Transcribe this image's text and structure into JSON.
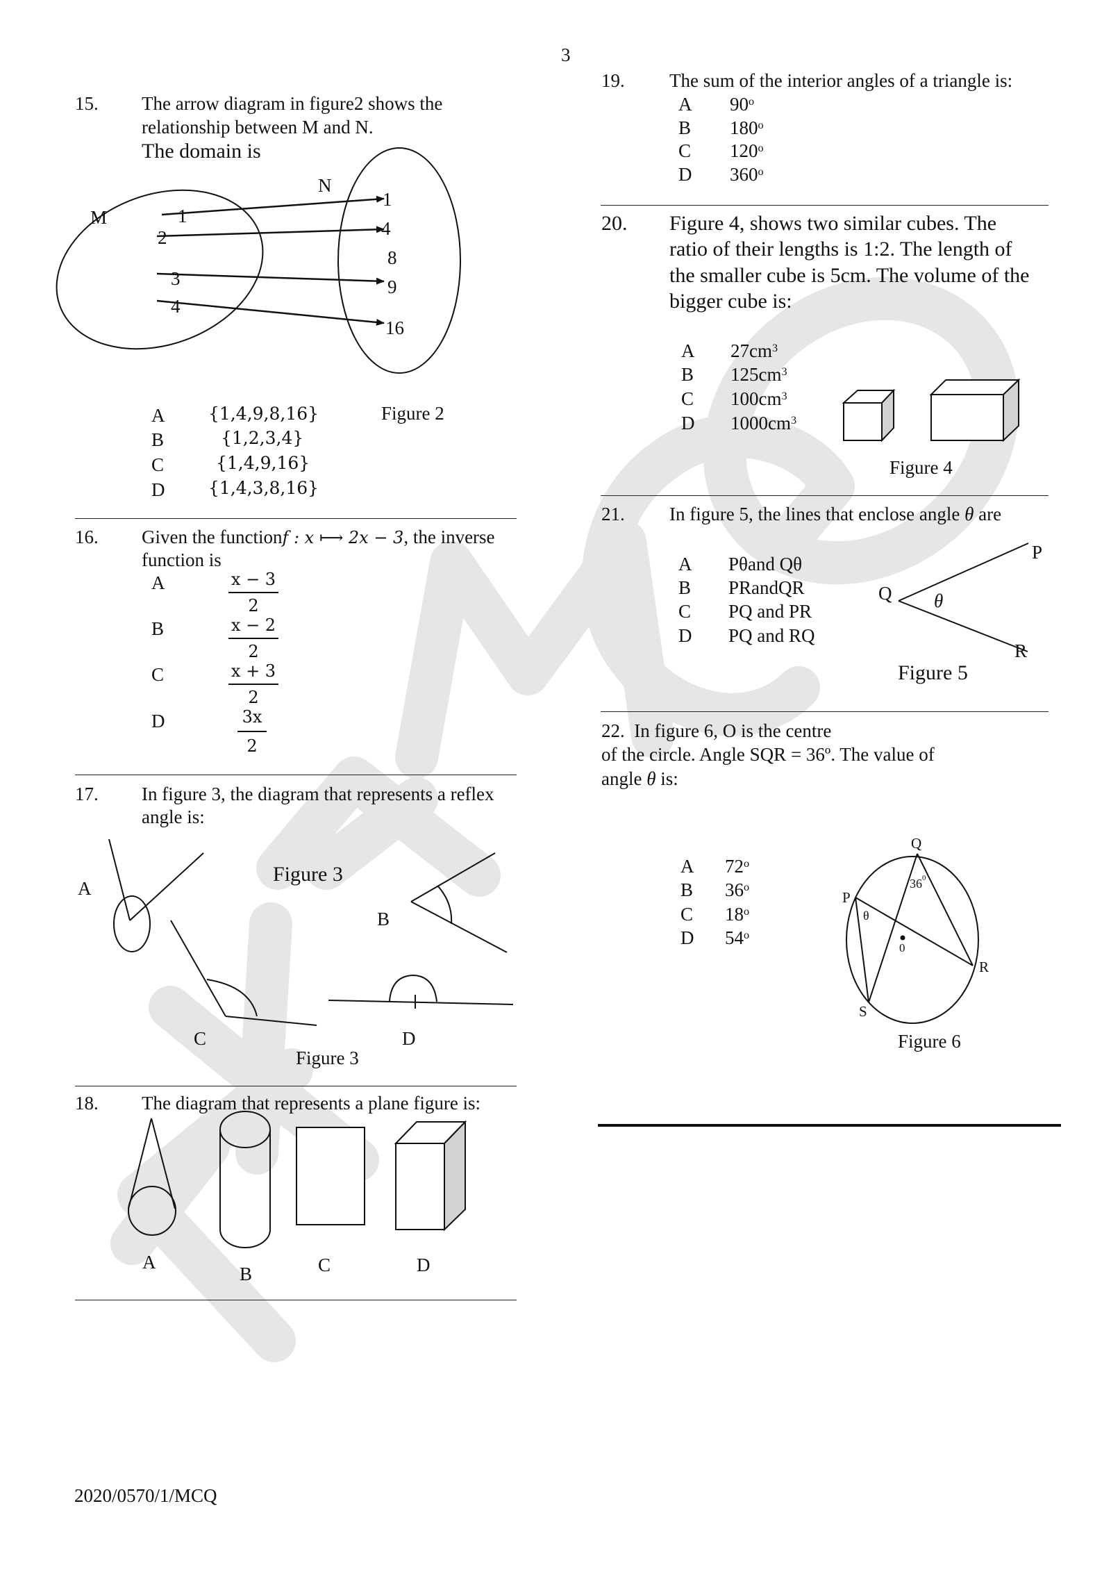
{
  "page": {
    "page_number": "3",
    "footer_code": "2020/0570/1/MCQ",
    "watermark_text": "EXAMGO",
    "watermark_color": "#e6e6e6"
  },
  "q15": {
    "number": "15.",
    "text_line1": "The arrow diagram in figure2 shows the",
    "text_line2": "relationship between M and N.",
    "text_line3": "The domain is",
    "figure": {
      "set_m_label": "M",
      "set_n_label": "N",
      "m_elements": [
        "1",
        "2",
        "3",
        "4"
      ],
      "n_elements": [
        "1",
        "4",
        "8",
        "9",
        "16"
      ],
      "caption": "Figure 2"
    },
    "options": [
      {
        "letter": "A",
        "value": "{1,4,9,8,16}"
      },
      {
        "letter": "B",
        "value": "{1,2,3,4}"
      },
      {
        "letter": "C",
        "value": "{1,4,9,16}"
      },
      {
        "letter": "D",
        "value": "{1,4,3,8,16}"
      }
    ]
  },
  "q16": {
    "number": "16.",
    "text_line1_pre": "Given the function",
    "text_line1_math": "f : x ⟼ 2x − 3",
    "text_line1_post": ", the inverse",
    "text_line2": "function is",
    "options": [
      {
        "letter": "A",
        "num": "x − 3",
        "den": "2"
      },
      {
        "letter": "B",
        "num": "x − 2",
        "den": "2"
      },
      {
        "letter": "C",
        "num": "x + 3",
        "den": "2"
      },
      {
        "letter": "D",
        "num": "3x",
        "den": "2"
      }
    ]
  },
  "q17": {
    "number": "17.",
    "text_line1": "In figure 3, the diagram that represents a reflex",
    "text_line2": "angle is:",
    "figure": {
      "labels": [
        "A",
        "B",
        "C",
        "D"
      ],
      "caption_top": "Figure 3",
      "caption_bottom": "Figure 3"
    }
  },
  "q18": {
    "number": "18.",
    "text": "The diagram that represents a plane figure is:",
    "figure": {
      "labels": [
        "A",
        "B",
        "C",
        "D"
      ],
      "shapes": [
        "cone",
        "cylinder",
        "rectangle",
        "cuboid"
      ]
    }
  },
  "q19": {
    "number": "19.",
    "text": "The sum of the interior angles of a triangle is:",
    "options": [
      {
        "letter": "A",
        "value": "90",
        "unit": "o"
      },
      {
        "letter": "B",
        "value": "180",
        "unit": "o"
      },
      {
        "letter": "C",
        "value": "120",
        "unit": "o"
      },
      {
        "letter": "D",
        "value": "360",
        "unit": "o"
      }
    ]
  },
  "q20": {
    "number": "20.",
    "text_line1": "Figure 4, shows two similar cubes. The",
    "text_line2": "ratio of their lengths is 1:2. The length of",
    "text_line3": "the smaller cube is 5cm. The volume of the",
    "text_line4": "bigger cube is:",
    "options": [
      {
        "letter": "A",
        "value": "27cm",
        "unit": "3"
      },
      {
        "letter": "B",
        "value": "125cm",
        "unit": "3"
      },
      {
        "letter": "C",
        "value": "100cm",
        "unit": "3"
      },
      {
        "letter": "D",
        "value": "1000cm",
        "unit": "3"
      }
    ],
    "figure": {
      "caption": "Figure 4"
    }
  },
  "q21": {
    "number": "21.",
    "text_pre": "In figure 5, the lines that enclose angle ",
    "text_theta": "θ",
    "text_post": " are",
    "options": [
      {
        "letter": "A",
        "value": "Pθand Qθ"
      },
      {
        "letter": "B",
        "value": "PRandQR"
      },
      {
        "letter": "C",
        "value": "PQ and PR"
      },
      {
        "letter": "D",
        "value": "PQ and RQ"
      }
    ],
    "figure": {
      "points": [
        "P",
        "Q",
        "R"
      ],
      "angle_label": "θ",
      "caption": "Figure 5"
    }
  },
  "q22": {
    "number": "22.",
    "text_line1": "In figure 6, O is the centre",
    "text_line2": "of the circle. Angle SQR = 36º. The value of",
    "text_line3_pre": "angle ",
    "text_line3_theta": "θ",
    "text_line3_post": " is:",
    "options": [
      {
        "letter": "A",
        "value": "72",
        "unit": "o"
      },
      {
        "letter": "B",
        "value": "36",
        "unit": "o"
      },
      {
        "letter": "C",
        "value": "18",
        "unit": "o"
      },
      {
        "letter": "D",
        "value": "54",
        "unit": "o"
      }
    ],
    "figure": {
      "points": [
        "Q",
        "P",
        "R",
        "S"
      ],
      "centre_label": "0",
      "angle_label": "36",
      "angle_unit": "0",
      "theta_label": "θ",
      "caption": "Figure 6"
    }
  }
}
